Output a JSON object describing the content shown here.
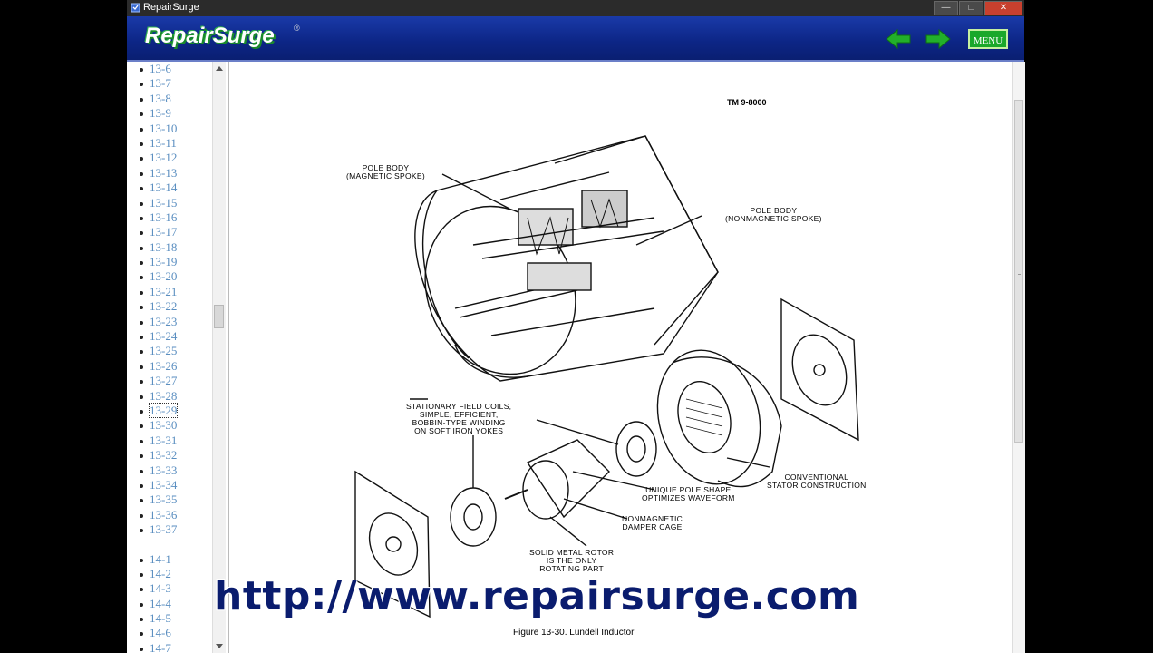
{
  "window": {
    "title": "RepairSurge",
    "buttons": [
      "—",
      "□",
      "✕"
    ]
  },
  "header": {
    "logo": "RepairSurge",
    "logo_mark": "®",
    "back_icon": "arrow-left-icon",
    "forward_icon": "arrow-right-icon",
    "menu_label": "MENU",
    "colors": {
      "bar": "#0c2585",
      "arrow": "#22b02a"
    }
  },
  "sidebar": {
    "items": [
      "13-6",
      "13-7",
      "13-8",
      "13-9",
      "13-10",
      "13-11",
      "13-12",
      "13-13",
      "13-14",
      "13-15",
      "13-16",
      "13-17",
      "13-18",
      "13-19",
      "13-20",
      "13-21",
      "13-22",
      "13-23",
      "13-24",
      "13-25",
      "13-26",
      "13-27",
      "13-28",
      "13-29",
      "13-30",
      "13-31",
      "13-32",
      "13-33",
      "13-34",
      "13-35",
      "13-36",
      "13-37"
    ],
    "active": "13-29",
    "items2": [
      "14-1",
      "14-2",
      "14-3",
      "14-4",
      "14-5",
      "14-6",
      "14-7"
    ]
  },
  "document": {
    "ref": "TM 9-8000",
    "labels": {
      "pole_body_magnetic": "POLE BODY\n(MAGNETIC SPOKE)",
      "pole_body_nonmagnetic": "POLE BODY\n(NONMAGNETIC SPOKE)",
      "field_coils": "STATIONARY FIELD COILS,\nSIMPLE, EFFICIENT,\nBOBBIN-TYPE WINDING\nON SOFT IRON YOKES",
      "stator": "CONVENTIONAL\nSTATOR CONSTRUCTION",
      "pole_shape": "UNIQUE POLE SHAPE\nOPTIMIZES WAVEFORM",
      "damper": "NONMAGNETIC\nDAMPER CAGE",
      "rotor": "SOLID METAL ROTOR\nIS THE ONLY\nROTATING PART"
    },
    "caption": "Figure 13-30.  Lundell Inductor"
  },
  "overlay_url": "http://www.repairsurge.com"
}
